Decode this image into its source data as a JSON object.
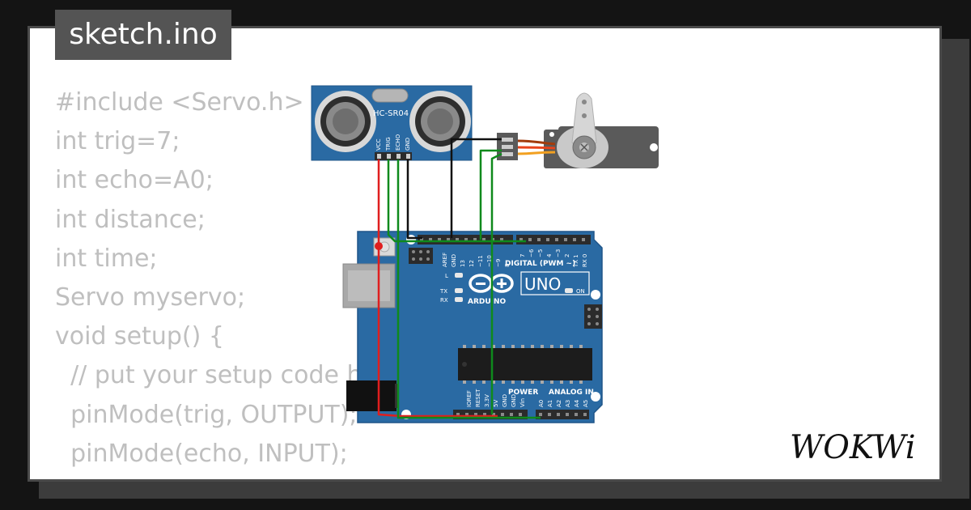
{
  "file_tab": {
    "label": "sketch.ino"
  },
  "code_lines": [
    "#include <Servo.h>",
    "int trig=7;",
    "int echo=A0;",
    "int distance;",
    "int time;",
    "Servo myservo;",
    "void setup() {",
    "  // put your setup code h",
    "  pinMode(trig, OUTPUT);",
    "  pinMode(echo, INPUT);",
    "  ... ........ ...(...)"
  ],
  "sensor": {
    "model": "HC-SR04",
    "pins": [
      "VCC",
      "TRIG",
      "ECHO",
      "GND"
    ]
  },
  "arduino": {
    "brand": "ARDUINO",
    "model": "UNO",
    "digital_label": "DIGITAL (PWM ~)",
    "top_pins": [
      "AREF",
      "GND",
      "13",
      "12",
      "~11",
      "~10",
      "~9",
      "8",
      "7",
      "~6",
      "~5",
      "4",
      "~3",
      "2",
      "TX 1",
      "RX 0"
    ],
    "leds": [
      "L",
      "TX",
      "RX",
      "ON"
    ],
    "power_label": "POWER",
    "analog_label": "ANALOG IN",
    "power_pins": [
      "IOREF",
      "RESET",
      "3.3V",
      "5V",
      "GND",
      "GND",
      "Vin"
    ],
    "analog_pins": [
      "A0",
      "A1",
      "A2",
      "A3",
      "A4",
      "A5"
    ]
  },
  "brand": {
    "logo": "WOKWi"
  },
  "colors": {
    "board": "#2a6aa3",
    "wire_red": "#e01e1e",
    "wire_green": "#0f8a1c",
    "wire_black": "#111111",
    "servo_body": "#5a5a5a",
    "code_text": "#bfbfbf"
  }
}
